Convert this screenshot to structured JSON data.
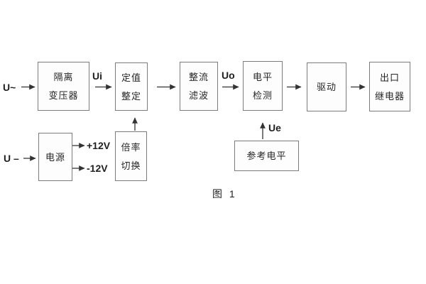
{
  "figure": {
    "caption": "图 1",
    "colors": {
      "background": "#ffffff",
      "box_border": "#7b7b7b",
      "text": "#262626",
      "arrow": "#333333"
    }
  },
  "blocks": [
    {
      "name": "isolation-transformer",
      "lines": [
        "隔离",
        "变压器"
      ]
    },
    {
      "name": "setpoint-adjust",
      "lines": [
        "定值",
        "整定"
      ]
    },
    {
      "name": "rectifier-filter",
      "lines": [
        "整流",
        "滤波"
      ]
    },
    {
      "name": "level-detector",
      "lines": [
        "电平",
        "检测"
      ]
    },
    {
      "name": "driver",
      "lines": [
        "驱动"
      ]
    },
    {
      "name": "output-relay",
      "lines": [
        "出口",
        "继电器"
      ]
    },
    {
      "name": "power-supply",
      "lines": [
        "电源"
      ]
    },
    {
      "name": "ratio-switch",
      "lines": [
        "倍率",
        "切换"
      ]
    },
    {
      "name": "reference-level",
      "lines": [
        "参考电平"
      ]
    }
  ],
  "labels": {
    "ac_input": "U~",
    "dc_input": "U –",
    "ui": "Ui",
    "uo": "Uo",
    "ue": "Ue",
    "plus_12v": "+12V",
    "minus_12v": "-12V"
  }
}
